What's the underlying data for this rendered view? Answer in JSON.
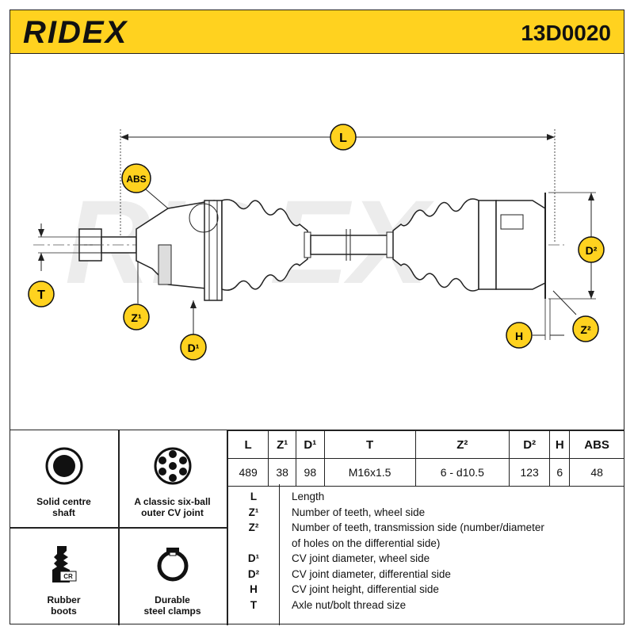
{
  "header": {
    "brand": "RIDEX",
    "part_number": "13D0020"
  },
  "drawing": {
    "labels": {
      "L": "L",
      "ABS": "ABS",
      "T": "T",
      "Z1": "Z¹",
      "D1": "D¹",
      "D2": "D²",
      "H": "H",
      "Z2": "Z²"
    },
    "watermark": "RIDEX"
  },
  "features": [
    {
      "icon": "solid-shaft-icon",
      "label": "Solid centre\nshaft"
    },
    {
      "icon": "six-ball-joint-icon",
      "label": "A classic six-ball\nouter CV joint"
    },
    {
      "icon": "rubber-boot-icon",
      "label": "Rubber\nboots"
    },
    {
      "icon": "steel-clamp-icon",
      "label": "Durable\nsteel clamps"
    }
  ],
  "spec_table": {
    "headers": [
      "L",
      "Z¹",
      "D¹",
      "T",
      "Z²",
      "D²",
      "H",
      "ABS"
    ],
    "values": [
      "489",
      "38",
      "98",
      "M16x1.5",
      "6 - d10.5",
      "123",
      "6",
      "48"
    ]
  },
  "legend": [
    {
      "key": "L",
      "text": "Length"
    },
    {
      "key": "Z¹",
      "text": "Number of teeth, wheel side"
    },
    {
      "key": "Z²",
      "text": "Number of teeth, transmission side (number/diameter"
    },
    {
      "key": "",
      "text": "of holes on the differential side)"
    },
    {
      "key": "D¹",
      "text": "CV joint diameter, wheel side"
    },
    {
      "key": "D²",
      "text": "CV joint diameter, differential side"
    },
    {
      "key": "H",
      "text": "CV joint height, differential side"
    },
    {
      "key": "T",
      "text": "Axle nut/bolt thread size"
    }
  ],
  "colors": {
    "accent": "#ffd21f",
    "ink": "#111111",
    "watermark": "#e6e6e6"
  }
}
